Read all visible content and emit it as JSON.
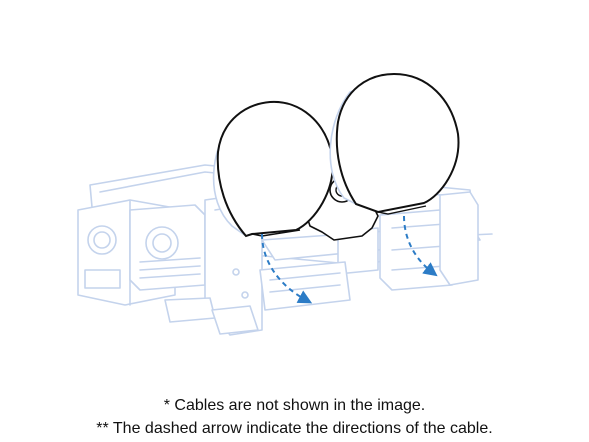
{
  "colors": {
    "frame_line": "#c4d3ec",
    "frame_fill": "#ffffff",
    "roll_line": "#111111",
    "arrow": "#2c7cc6"
  },
  "diagram": {
    "icons": [
      "mechanism-frame",
      "left-roll",
      "right-roll",
      "center-knob",
      "dashed-arrow-left",
      "dashed-arrow-right"
    ]
  },
  "notes": {
    "line1": "* Cables are not shown in the image.",
    "line2": "** The dashed arrow indicate the directions of the cable."
  }
}
